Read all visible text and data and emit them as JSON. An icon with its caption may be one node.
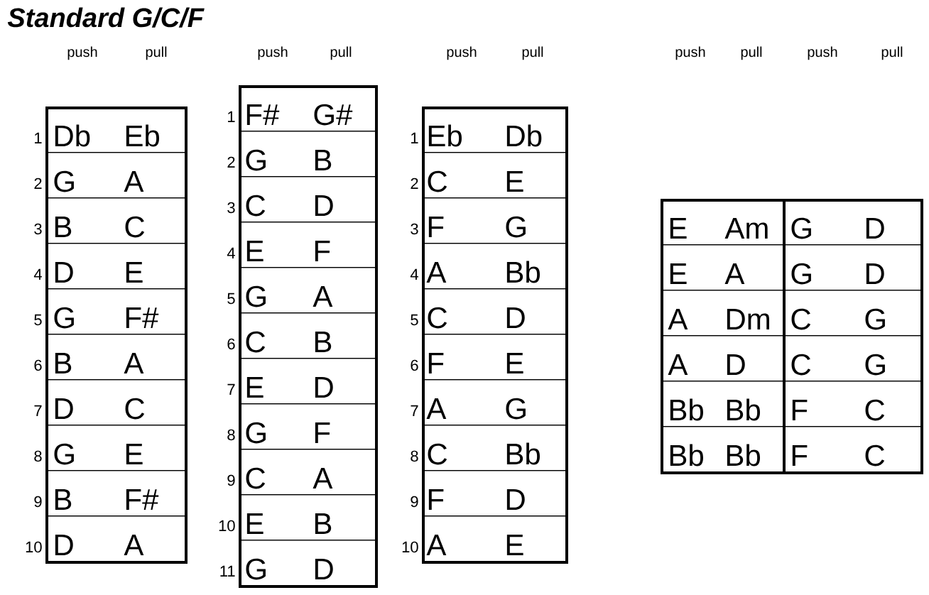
{
  "diagram": {
    "title": "Standard G/C/F",
    "nodes": [
      {
        "text": [],
        "shape": "box"
      },
      {
        "text": [
          "Db",
          "Eb"
        ],
        "in": 0,
        "beside": [
          "1"
        ]
      },
      {
        "text": [
          "G",
          "A"
        ],
        "in": 0,
        "beside": [
          "2"
        ]
      },
      {
        "text": [
          "B",
          "C"
        ],
        "in": 0,
        "beside": [
          "3"
        ]
      },
      {
        "text": [
          "D",
          "E"
        ],
        "in": 0,
        "beside": [
          "4"
        ]
      },
      {
        "text": [
          "G",
          "F#"
        ],
        "in": 0,
        "beside": [
          "5"
        ]
      },
      {
        "text": [
          "B",
          "A"
        ],
        "in": 0,
        "beside": [
          "6"
        ]
      },
      {
        "text": [
          "D",
          "C"
        ],
        "in": 0,
        "beside": [
          "7"
        ]
      },
      {
        "text": [
          "G",
          "E"
        ],
        "in": 0,
        "beside": [
          "8"
        ]
      },
      {
        "text": [
          "B",
          "F#"
        ],
        "in": 0,
        "beside": [
          "9"
        ]
      },
      {
        "text": [
          "D",
          "A"
        ],
        "in": 0,
        "beside": [
          "10"
        ]
      },
      {
        "text": [],
        "shape": "box"
      },
      {
        "text": [
          "F#",
          "G#"
        ],
        "in": 11,
        "beside": [
          "1"
        ]
      },
      {
        "text": [
          "G",
          "B"
        ],
        "in": 11,
        "beside": [
          "2"
        ]
      },
      {
        "text": [
          "C",
          "D"
        ],
        "in": 11,
        "beside": [
          "3"
        ]
      },
      {
        "text": [
          "E",
          "F"
        ],
        "in": 11,
        "beside": [
          "4"
        ]
      },
      {
        "text": [
          "G",
          "A"
        ],
        "in": 11,
        "beside": [
          "5"
        ]
      },
      {
        "text": [
          "C",
          "B"
        ],
        "in": 11,
        "beside": [
          "6"
        ]
      },
      {
        "text": [
          "E",
          "D"
        ],
        "in": 11,
        "beside": [
          "7"
        ]
      },
      {
        "text": [
          "G",
          "F"
        ],
        "in": 11,
        "beside": [
          "8"
        ]
      },
      {
        "text": [
          "C",
          "A"
        ],
        "in": 11,
        "beside": [
          "9"
        ]
      },
      {
        "text": [
          "E",
          "B"
        ],
        "in": 11,
        "beside": [
          "10"
        ]
      },
      {
        "text": [
          "G",
          "D"
        ],
        "in": 11,
        "beside": [
          "11"
        ]
      },
      {
        "text": [],
        "shape": "box"
      },
      {
        "text": [
          "Eb",
          "Db"
        ],
        "in": 23,
        "beside": [
          "1"
        ]
      },
      {
        "text": [
          "C",
          "E"
        ],
        "in": 23,
        "beside": [
          "2"
        ]
      },
      {
        "text": [
          "F",
          "G"
        ],
        "in": 23,
        "beside": [
          "3"
        ]
      },
      {
        "text": [
          "A",
          "Bb"
        ],
        "in": 23,
        "beside": [
          "4"
        ]
      },
      {
        "text": [
          "C",
          "D"
        ],
        "in": 23,
        "beside": [
          "5"
        ]
      },
      {
        "text": [
          "F",
          "E"
        ],
        "in": 23,
        "beside": [
          "6"
        ]
      },
      {
        "text": [
          "A",
          "G"
        ],
        "in": 23,
        "beside": [
          "7"
        ]
      },
      {
        "text": [
          "C",
          "Bb"
        ],
        "in": 23,
        "beside": [
          "8"
        ]
      },
      {
        "text": [
          "F",
          "D"
        ],
        "in": 23,
        "beside": [
          "9"
        ]
      },
      {
        "text": [
          "A",
          "E"
        ],
        "in": 23,
        "beside": [
          "10"
        ]
      },
      {
        "text": [],
        "shape": "box"
      },
      {
        "text": [
          "E",
          "Am"
        ],
        "in": 34
      },
      {
        "text": [
          "E",
          "A"
        ],
        "in": 34
      },
      {
        "text": [
          "A",
          "Dm"
        ],
        "in": 34
      },
      {
        "text": [
          "A",
          "D"
        ],
        "in": 34
      },
      {
        "text": [
          "Bb",
          "Bb"
        ],
        "in": 34
      },
      {
        "text": [
          "Bb",
          "Bb"
        ],
        "in": 34
      },
      {
        "text": [],
        "shape": "box"
      },
      {
        "text": [
          "G",
          "D"
        ],
        "in": 41
      },
      {
        "text": [
          "G",
          "D"
        ],
        "in": 41
      },
      {
        "text": [
          "C",
          "G"
        ],
        "in": 41
      },
      {
        "text": [
          "C",
          "G"
        ],
        "in": 41
      },
      {
        "text": [
          "F",
          "C"
        ],
        "in": 41
      },
      {
        "text": [
          "F",
          "C"
        ],
        "in": 41
      }
    ],
    "labels": [
      "push",
      "pull",
      "push",
      "pull",
      "push",
      "pull",
      "push",
      "pull",
      "push",
      "pull"
    ]
  }
}
